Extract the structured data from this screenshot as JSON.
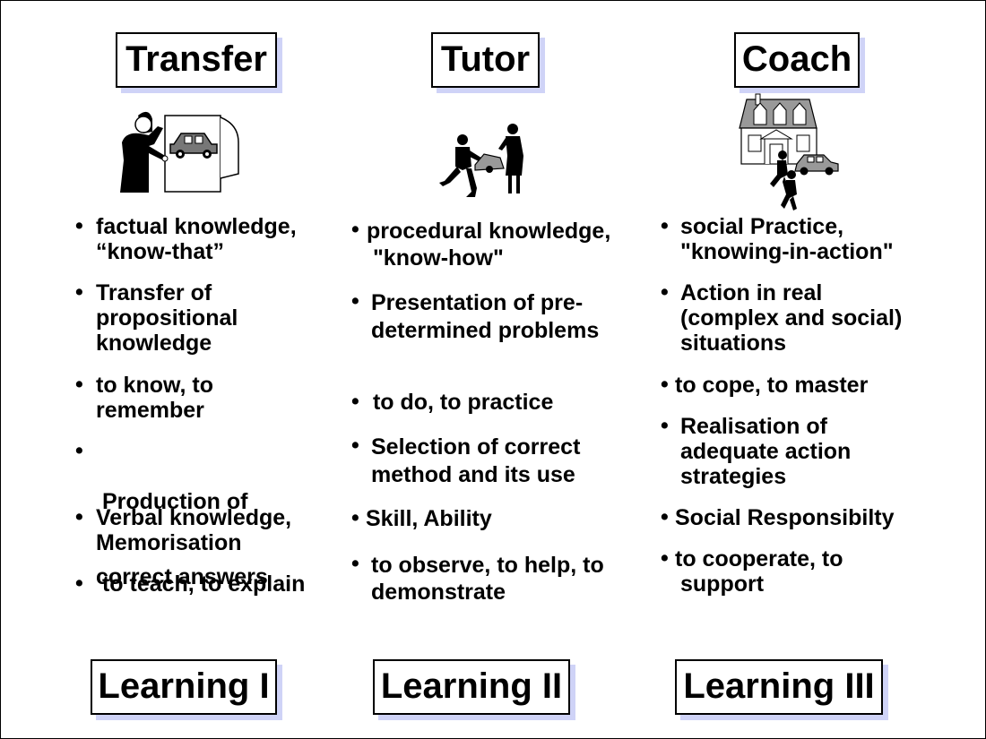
{
  "columns": [
    {
      "header": "Transfer",
      "footer": "Learning I",
      "illustration": "presenter-with-car-chart-icon",
      "items": [
        {
          "line1": "factual knowledge,",
          "line2": "“know-that”",
          "line3": ""
        },
        {
          "line1": "Transfer of",
          "line2": "propositional",
          "line3": "knowledge"
        },
        {
          "line1": "to know, to",
          "line2": "remember",
          "line3": ""
        },
        {
          "line1": " Production of",
          "line2": "correct answers",
          "line3": ""
        },
        {
          "line1": "Verbal knowledge,",
          "line2": "Memorisation",
          "line3": ""
        },
        {
          "line1": " to teach, to explain",
          "line2": "",
          "line3": ""
        }
      ]
    },
    {
      "header": "Tutor",
      "footer": "Learning II",
      "illustration": "tutor-with-mechanic-icon",
      "items": [
        {
          "line1": "procedural knowledge,",
          "line2": " \"know-how\""
        },
        {
          "line1": "Presentation of pre-",
          "line2": "determined problems"
        },
        {
          "line1": " to do, to practice",
          "line2": ""
        },
        {
          "line1": "Selection of correct",
          "line2": "method and its use"
        },
        {
          "line1": "Skill, Ability",
          "line2": ""
        },
        {
          "line1": "to observe, to help, to",
          "line2": "demonstrate"
        }
      ]
    },
    {
      "header": "Coach",
      "footer": "Learning III",
      "illustration": "house-car-runners-icon",
      "items": [
        {
          "line1": "social Practice,",
          "line2": "\"knowing-in-action\"",
          "line3": ""
        },
        {
          "line1": "Action in real",
          "line2": "(complex and social)",
          "line3": "situations"
        },
        {
          "line1": "to cope, to master",
          "line2": "",
          "line3": ""
        },
        {
          "line1": "Realisation of",
          "line2": "adequate action",
          "line3": "strategies"
        },
        {
          "line1": "Social Responsibilty",
          "line2": "",
          "line3": ""
        },
        {
          "line1": "to cooperate, to",
          "line2": "support",
          "line3": ""
        }
      ]
    }
  ],
  "bullet": "•",
  "colors": {
    "border": "#000000",
    "shadow": "#cfd3f7",
    "background": "#ffffff"
  }
}
